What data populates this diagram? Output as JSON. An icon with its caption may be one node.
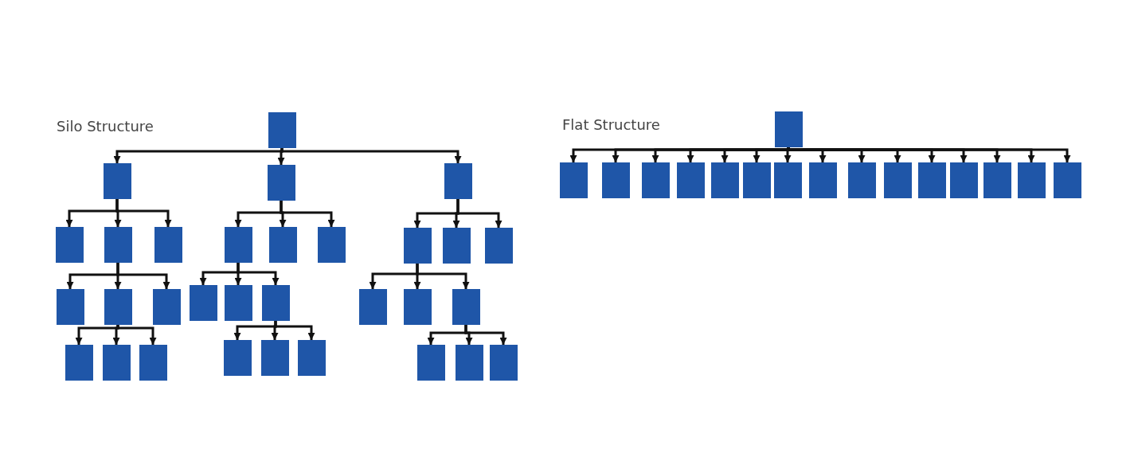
{
  "diagram": {
    "nodes": [
      {
        "text": [],
        "shape": "box"
      },
      {
        "text": [],
        "shape": "box"
      },
      {
        "text": [],
        "shape": "box"
      },
      {
        "text": [],
        "shape": "box"
      },
      {
        "text": [],
        "shape": "box"
      },
      {
        "text": [],
        "shape": "box"
      },
      {
        "text": [],
        "shape": "box"
      },
      {
        "text": [],
        "shape": "box"
      },
      {
        "text": [],
        "shape": "box"
      },
      {
        "text": [],
        "shape": "box"
      },
      {
        "text": [],
        "shape": "box"
      },
      {
        "text": [],
        "shape": "box"
      },
      {
        "text": [],
        "shape": "box"
      },
      {
        "text": [],
        "shape": "box"
      },
      {
        "text": [],
        "shape": "box"
      },
      {
        "text": [],
        "shape": "box"
      },
      {
        "text": [],
        "shape": "box"
      },
      {
        "text": [],
        "shape": "box"
      },
      {
        "text": [],
        "shape": "box"
      },
      {
        "text": [],
        "shape": "box"
      },
      {
        "text": [],
        "shape": "box"
      },
      {
        "text": [],
        "shape": "box"
      },
      {
        "text": [],
        "shape": "box"
      },
      {
        "text": [],
        "shape": "box"
      },
      {
        "text": [],
        "shape": "box"
      },
      {
        "text": [],
        "shape": "box"
      },
      {
        "text": [],
        "shape": "box"
      },
      {
        "text": [],
        "shape": "box"
      },
      {
        "text": [],
        "shape": "box"
      },
      {
        "text": [],
        "shape": "box"
      },
      {
        "text": [],
        "shape": "box"
      },
      {
        "text": [],
        "shape": "box"
      },
      {
        "text": [],
        "shape": "box"
      },
      {
        "text": [],
        "shape": "box"
      },
      {
        "text": [],
        "shape": "box"
      },
      {
        "text": [],
        "shape": "box"
      },
      {
        "text": [],
        "shape": "box"
      },
      {
        "text": [],
        "shape": "box"
      },
      {
        "text": [],
        "shape": "box"
      },
      {
        "text": [],
        "shape": "box"
      },
      {
        "text": [],
        "shape": "box"
      },
      {
        "text": [],
        "shape": "box"
      },
      {
        "text": [],
        "shape": "box"
      },
      {
        "text": [],
        "shape": "box"
      },
      {
        "text": [],
        "shape": "box"
      },
      {
        "text": [],
        "shape": "box"
      },
      {
        "text": [],
        "shape": "box"
      }
    ],
    "edges": [
      {
        "from": 0,
        "to": 1,
        "arrow": "to"
      },
      {
        "from": 0,
        "to": 2,
        "arrow": "to"
      },
      {
        "from": 0,
        "to": 3,
        "arrow": "to"
      },
      {
        "from": 1,
        "to": 4,
        "arrow": "to"
      },
      {
        "from": 1,
        "to": 5,
        "arrow": "to"
      },
      {
        "from": 1,
        "to": 6,
        "arrow": "to"
      },
      {
        "from": 2,
        "to": 7,
        "arrow": "to"
      },
      {
        "from": 2,
        "to": 8,
        "arrow": "to"
      },
      {
        "from": 2,
        "to": 9,
        "arrow": "to"
      },
      {
        "from": 3,
        "to": 10,
        "arrow": "to"
      },
      {
        "from": 3,
        "to": 11,
        "arrow": "to"
      },
      {
        "from": 3,
        "to": 12,
        "arrow": "to"
      },
      {
        "from": 5,
        "to": 13,
        "arrow": "to"
      },
      {
        "from": 5,
        "to": 14,
        "arrow": "to"
      },
      {
        "from": 5,
        "to": 15,
        "arrow": "to"
      },
      {
        "from": 7,
        "to": 16,
        "arrow": "to"
      },
      {
        "from": 7,
        "to": 17,
        "arrow": "to"
      },
      {
        "from": 7,
        "to": 18,
        "arrow": "to"
      },
      {
        "from": 10,
        "to": 19,
        "arrow": "to"
      },
      {
        "from": 10,
        "to": 20,
        "arrow": "to"
      },
      {
        "from": 10,
        "to": 21,
        "arrow": "to"
      },
      {
        "from": 14,
        "to": 22,
        "arrow": "to"
      },
      {
        "from": 14,
        "to": 23,
        "arrow": "to"
      },
      {
        "from": 14,
        "to": 24,
        "arrow": "to"
      },
      {
        "from": 18,
        "to": 25,
        "arrow": "to"
      },
      {
        "from": 18,
        "to": 26,
        "arrow": "to"
      },
      {
        "from": 18,
        "to": 27,
        "arrow": "to"
      },
      {
        "from": 21,
        "to": 28,
        "arrow": "to"
      },
      {
        "from": 21,
        "to": 29,
        "arrow": "to"
      },
      {
        "from": 21,
        "to": 30,
        "arrow": "to"
      },
      {
        "from": 31,
        "to": 32,
        "arrow": "to"
      },
      {
        "from": 31,
        "to": 33,
        "arrow": "to"
      },
      {
        "from": 31,
        "to": 34,
        "arrow": "to"
      },
      {
        "from": 31,
        "to": 35,
        "arrow": "to"
      },
      {
        "from": 31,
        "to": 36,
        "arrow": "to"
      },
      {
        "from": 31,
        "to": 37,
        "arrow": "to"
      },
      {
        "from": 31,
        "to": 38,
        "arrow": "to"
      },
      {
        "from": 31,
        "to": 39,
        "arrow": "to"
      },
      {
        "from": 31,
        "to": 40,
        "arrow": "to"
      },
      {
        "from": 31,
        "to": 41,
        "arrow": "to"
      },
      {
        "from": 31,
        "to": 42,
        "arrow": "to"
      },
      {
        "from": 31,
        "to": 43,
        "arrow": "to"
      },
      {
        "from": 31,
        "to": 44,
        "arrow": "to"
      },
      {
        "from": 31,
        "to": 45,
        "arrow": "to"
      },
      {
        "from": 31,
        "to": 46,
        "arrow": "to"
      }
    ],
    "labels": [
      "Silo Structure",
      "Flat Structure"
    ]
  }
}
